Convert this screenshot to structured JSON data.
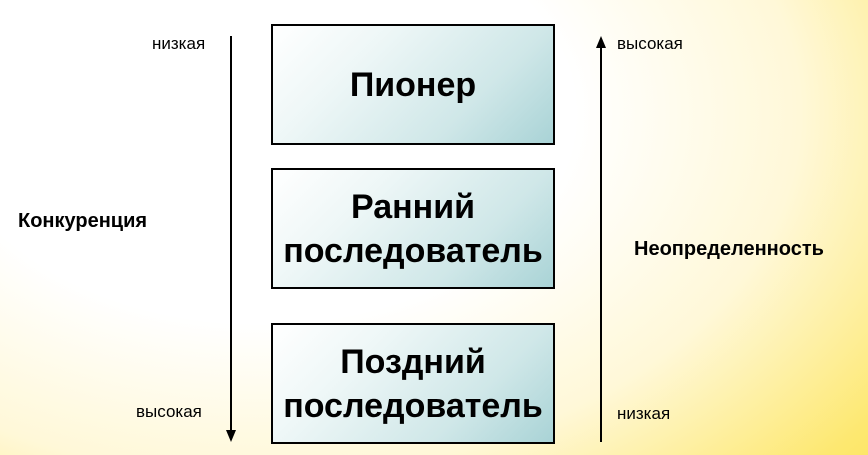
{
  "left_axis": {
    "title": "Конкуренция",
    "top_label": "низкая",
    "bottom_label": "высокая"
  },
  "right_axis": {
    "title": "Неопределенность",
    "top_label": "высокая",
    "bottom_label": "низкая"
  },
  "boxes": [
    {
      "line1": "Пионер",
      "line2": ""
    },
    {
      "line1": "Ранний",
      "line2": "последователь"
    },
    {
      "line1": "Поздний",
      "line2": "последователь"
    }
  ]
}
